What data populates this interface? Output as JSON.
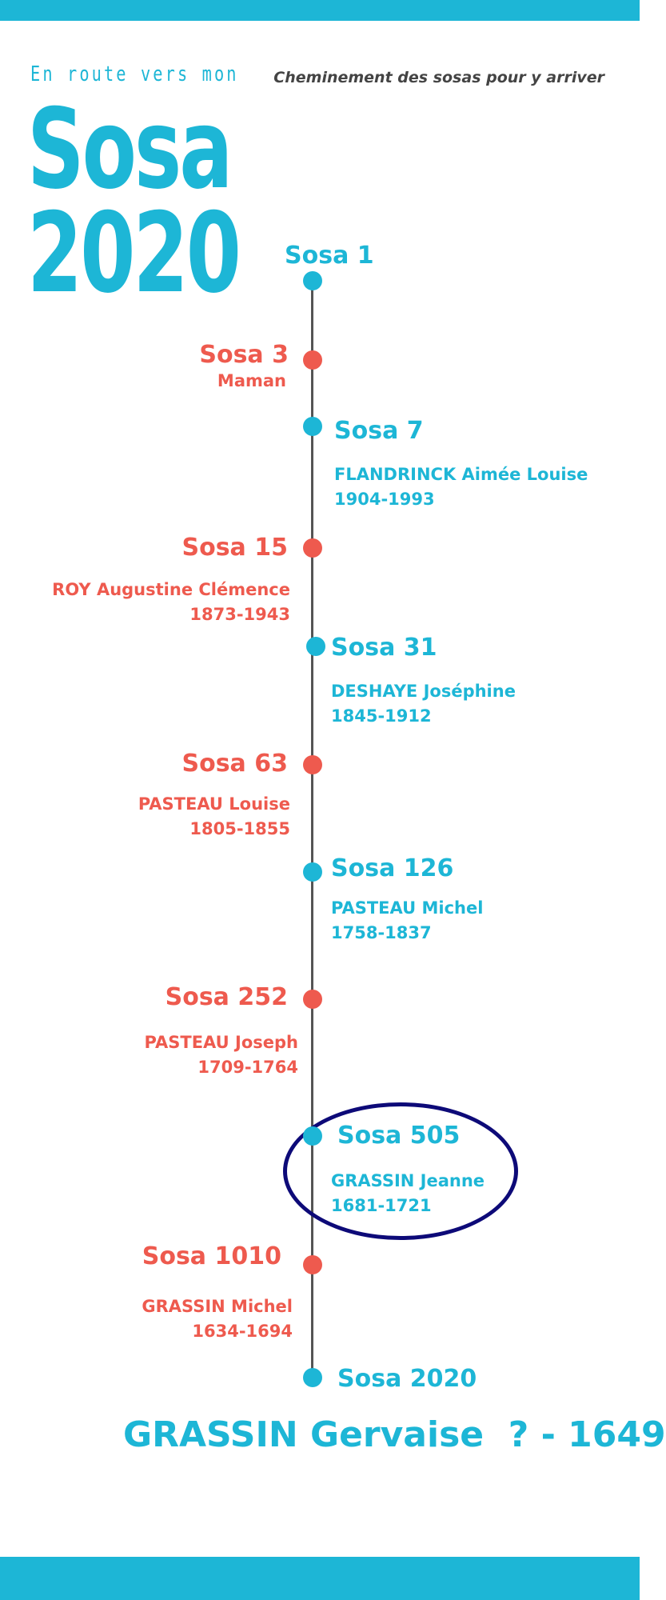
{
  "header": {
    "kicker": "En route vers mon",
    "title_word": "Sosa",
    "title_year": "2020",
    "subtitle": "Cheminement des sosas pour y arriver"
  },
  "colors": {
    "blue": "#1db6d6",
    "red": "#ee5a4e",
    "highlight": "#0d0a78"
  },
  "timeline": [
    {
      "label": "Sosa 1",
      "color": "blue"
    },
    {
      "label": "Sosa 3",
      "name": "Maman",
      "color": "red"
    },
    {
      "label": "Sosa 7",
      "name": "FLANDRINCK Aimée Louise",
      "dates": "1904-1993",
      "color": "blue"
    },
    {
      "label": "Sosa 15",
      "name": "ROY Augustine Clémence",
      "dates": "1873-1943",
      "color": "red"
    },
    {
      "label": "Sosa 31",
      "name": "DESHAYE Joséphine",
      "dates": "1845-1912",
      "color": "blue"
    },
    {
      "label": "Sosa 63",
      "name": "PASTEAU Louise",
      "dates": "1805-1855",
      "color": "red"
    },
    {
      "label": "Sosa 126",
      "name": "PASTEAU Michel",
      "dates": "1758-1837",
      "color": "blue"
    },
    {
      "label": "Sosa 252",
      "name": "PASTEAU Joseph",
      "dates": "1709-1764",
      "color": "red"
    },
    {
      "label": "Sosa 505",
      "name": "GRASSIN Jeanne",
      "dates": "1681-1721",
      "color": "blue"
    },
    {
      "label": "Sosa 1010",
      "name": "GRASSIN Michel",
      "dates": "1634-1694",
      "color": "red"
    },
    {
      "label": "Sosa 2020",
      "color": "blue"
    }
  ],
  "final": "GRASSIN Gervaise  ? - 1649"
}
